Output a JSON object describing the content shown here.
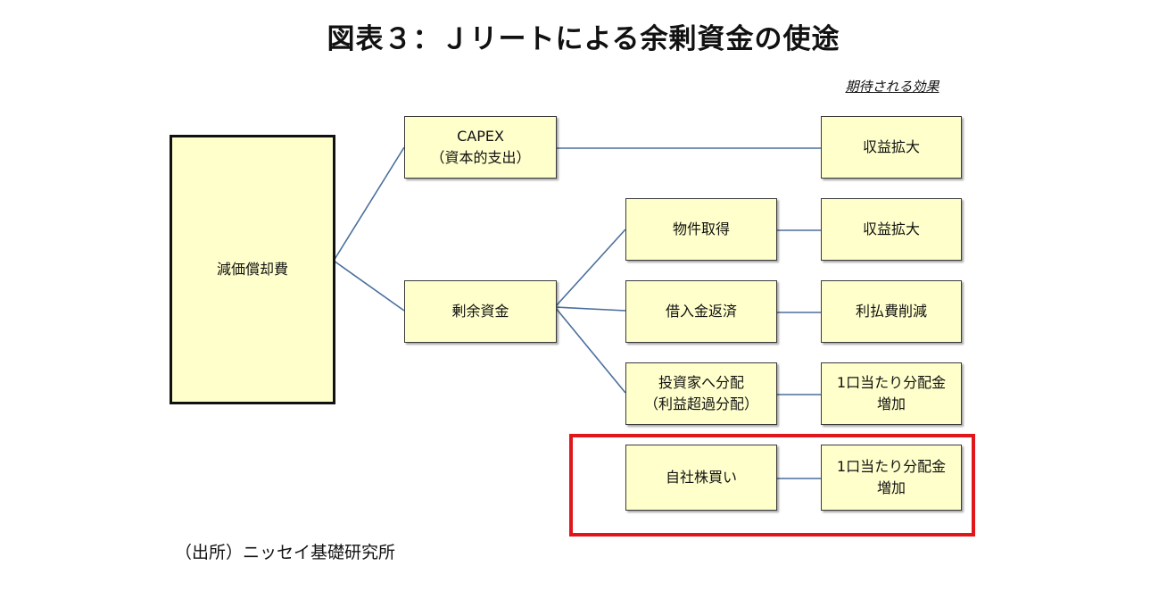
{
  "title": "図表３：Ｊリートによる余剰資金の使途",
  "effect_header": "期待される効果",
  "nodes": {
    "depreciation": {
      "lines": [
        "減価償却費"
      ]
    },
    "capex": {
      "lines": [
        "CAPEX",
        "（資本的支出）"
      ]
    },
    "surplus": {
      "lines": [
        "剰余資金"
      ]
    },
    "acquisition": {
      "lines": [
        "物件取得"
      ]
    },
    "repayment": {
      "lines": [
        "借入金返済"
      ]
    },
    "distribution": {
      "lines": [
        "投資家へ分配",
        "（利益超過分配）"
      ]
    },
    "buyback": {
      "lines": [
        "自社株買い"
      ]
    },
    "effect_capex": {
      "lines": [
        "収益拡大"
      ]
    },
    "effect_acquisition": {
      "lines": [
        "収益拡大"
      ]
    },
    "effect_repayment": {
      "lines": [
        "利払費削減"
      ]
    },
    "effect_distribution": {
      "lines": [
        "1口当たり分配金",
        "増加"
      ]
    },
    "effect_buyback": {
      "lines": [
        "1口当たり分配金",
        "増加"
      ]
    }
  },
  "colors": {
    "box_fill": "#ffffcc",
    "connector": "#4a6f9c",
    "highlight": "#e0161b"
  },
  "source": "（出所）ニッセイ基礎研究所"
}
